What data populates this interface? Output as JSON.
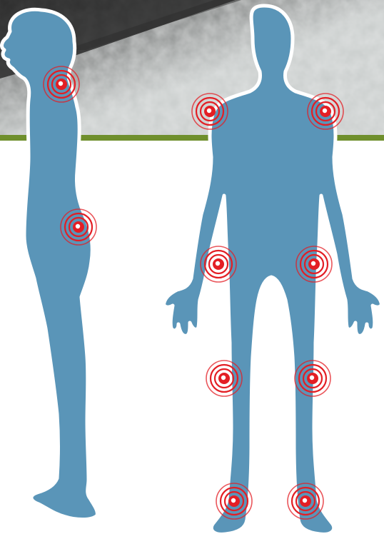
{
  "colors": {
    "figure": "#5a95b8",
    "outline": "#ffffff",
    "band": "#6f8f2c",
    "ring": "#e31e24",
    "ring_center": "#ffffff",
    "background": "#ffffff",
    "sky_dark": "#2c2c2c",
    "sky_light": "#c9cdcc"
  },
  "icons": {
    "side_figure": "human-side-silhouette-icon",
    "front_figure": "human-front-silhouette-icon",
    "pain_marker": "pain-target-icon"
  },
  "pain_points": [
    "neck",
    "lower-back",
    "left-shoulder",
    "right-shoulder",
    "left-hip",
    "right-hip",
    "left-knee",
    "right-knee",
    "left-ankle",
    "right-ankle"
  ]
}
